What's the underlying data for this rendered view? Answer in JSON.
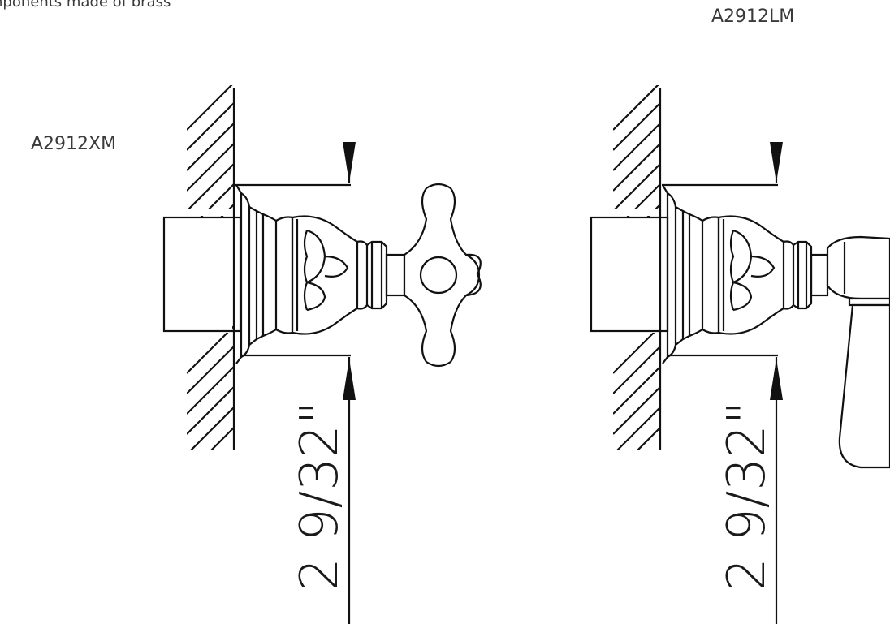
{
  "caption": {
    "note": "nponents made of brass"
  },
  "models": {
    "cross_handle": "A2912XM",
    "lever_handle": "A2912LM"
  },
  "dimensions": {
    "left": "2 9/32\"",
    "right": "2 9/32\""
  }
}
